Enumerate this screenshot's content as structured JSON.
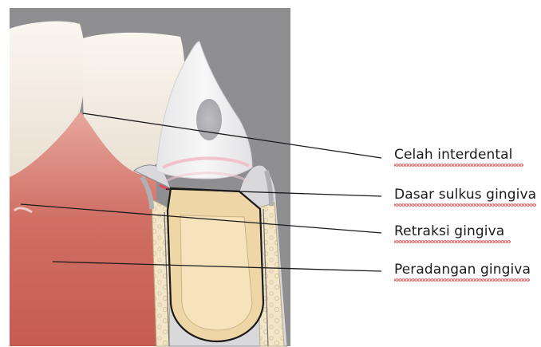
{
  "labels": {
    "interdental": "Celah interdental",
    "sulcus": "Dasar sulkus gingiva",
    "retraction": "Retraksi gingiva",
    "inflammation": "Peradangan gingiva"
  },
  "colors": {
    "gum": "#c9574f",
    "gum_light": "#e8a29a",
    "tooth": "#f2ede6",
    "dentin": "#efd6a6",
    "background_panel": "#8f8f91",
    "leader_line": "#1a1a1a"
  }
}
